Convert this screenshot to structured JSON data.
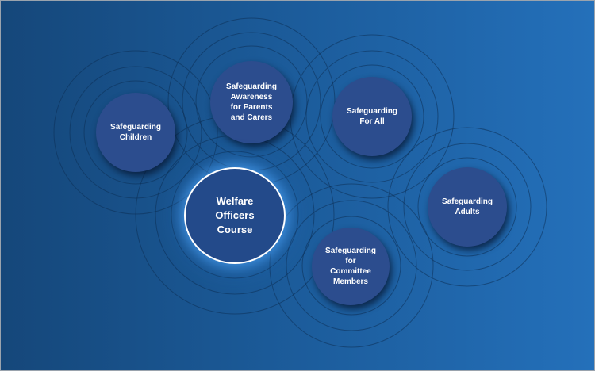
{
  "diagram": {
    "center": {
      "label": "Welfare\nOfficers\nCourse"
    },
    "nodes": [
      {
        "id": "children",
        "label": "Safeguarding\nChildren"
      },
      {
        "id": "parents",
        "label": "Safeguarding\nAwareness\nfor Parents\nand Carers"
      },
      {
        "id": "for-all",
        "label": "Safeguarding\nFor All"
      },
      {
        "id": "adults",
        "label": "Safeguarding\nAdults"
      },
      {
        "id": "committee",
        "label": "Safeguarding\nfor\nCommittee\nMembers"
      }
    ],
    "colors": {
      "background_left": "#15477a",
      "background_right": "#2470ba",
      "node_fill": "#2c4d8e",
      "center_border": "#ffffff",
      "center_glow": "#50aaff",
      "ring_stroke": "#0d2f55",
      "text": "#ffffff"
    }
  }
}
